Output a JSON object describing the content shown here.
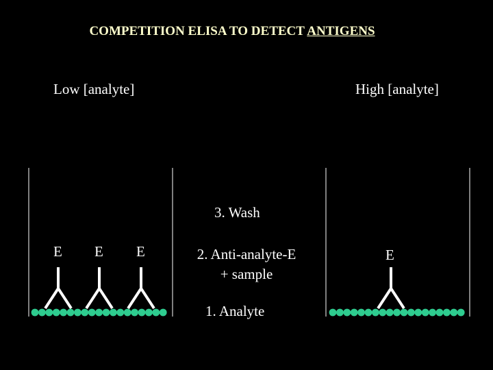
{
  "title": {
    "prefix": "COMPETITION ELISA TO DETECT ",
    "underlined": "ANTIGENS"
  },
  "labels": {
    "low": "Low [analyte]",
    "high": "High [analyte]",
    "wash": "3. Wash",
    "step2_line1": "2. Anti-analyte-E",
    "step2_line2": "+ sample",
    "step1": "1. Analyte"
  },
  "wells": [
    {
      "id": "low",
      "antibody_count": 3,
      "enzyme_label": "E"
    },
    {
      "id": "high",
      "antibody_count": 1,
      "enzyme_label": "E"
    }
  ],
  "colors": {
    "background": "#000000",
    "title": "#ffffcc",
    "bead": "#2ecc8f",
    "line": "#ffffff"
  }
}
